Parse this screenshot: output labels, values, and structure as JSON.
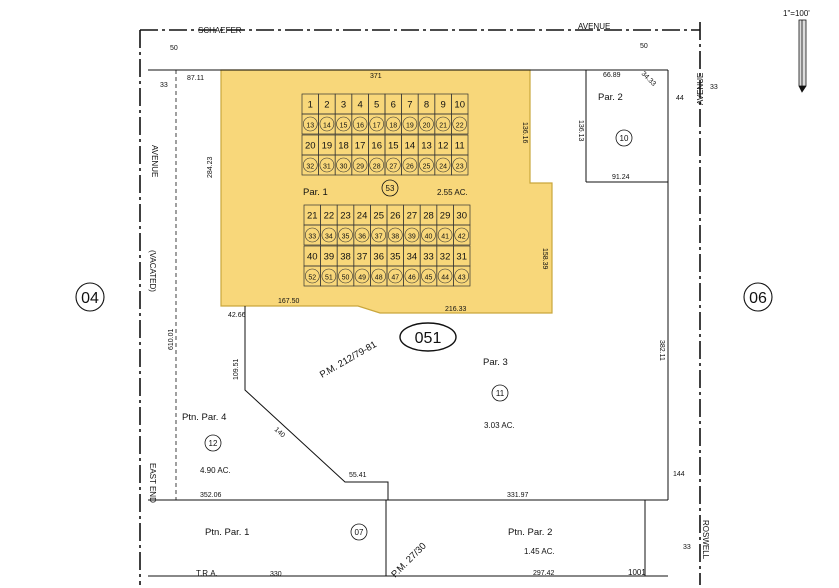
{
  "scale": "1\"=100'",
  "streets": {
    "schaefer": "SCHAEFER",
    "schaefer_avenue": "AVENUE",
    "avenue_right": "AVENUE",
    "avenue_left": "AVENUE",
    "vacated": "(VACATED)",
    "east_end": "EAST END",
    "roswell": "ROSWELL"
  },
  "adjacent_pages": {
    "left": "04",
    "right": "06"
  },
  "page_number": "051",
  "tra": "T.R.A.",
  "tra_code": "1001",
  "parcel_map_refs": {
    "upper": "P.M. 212/79-81",
    "lower": "P.M. 27/30"
  },
  "parcels": {
    "par1": {
      "label": "Par. 1",
      "number": "53",
      "area": "2.55 AC."
    },
    "par2": {
      "label": "Par. 2",
      "number": "10"
    },
    "par3": {
      "label": "Par. 3",
      "number": "11",
      "area": "3.03 AC."
    },
    "ptn4": {
      "label": "Ptn. Par. 4",
      "number": "12",
      "area": "4.90 AC."
    },
    "ptn1": {
      "label": "Ptn. Par. 1",
      "number": "07"
    },
    "ptn2": {
      "label": "Ptn. Par. 2",
      "area": "1.45 AC."
    }
  },
  "dimensions": {
    "d50a": "50",
    "d50b": "50",
    "d33a": "33",
    "d33b": "33",
    "d33c": "33",
    "d8711": "87.11",
    "d371": "371",
    "d6689": "66.89",
    "d3433": "34.33",
    "d44": "44",
    "d13613": "136.13",
    "d9124": "91.24",
    "d13616": "136.16",
    "d28423": "284.23",
    "d15839": "158.39",
    "d16750": "167.50",
    "d21633": "216.33",
    "d4266": "42.66",
    "d10951": "109.51",
    "d140": "140",
    "d5541": "55.41",
    "d35206": "352.06",
    "d33197": "331.97",
    "d61001": "610.01",
    "d38211": "382.11",
    "d144": "144",
    "d330": "330",
    "d29742": "297.42"
  },
  "lots": {
    "row1": [
      "1",
      "2",
      "3",
      "4",
      "5",
      "6",
      "7",
      "8",
      "9",
      "10"
    ],
    "row2": [
      "13",
      "14",
      "15",
      "16",
      "17",
      "18",
      "19",
      "20",
      "21",
      "22"
    ],
    "row3": [
      "20",
      "19",
      "18",
      "17",
      "16",
      "15",
      "14",
      "13",
      "12",
      "11"
    ],
    "row4": [
      "32",
      "31",
      "30",
      "29",
      "28",
      "27",
      "26",
      "25",
      "24",
      "23"
    ],
    "row5": [
      "21",
      "22",
      "23",
      "24",
      "25",
      "26",
      "27",
      "28",
      "29",
      "30"
    ],
    "row6": [
      "33",
      "34",
      "35",
      "36",
      "37",
      "38",
      "39",
      "40",
      "41",
      "42"
    ],
    "row7": [
      "40",
      "39",
      "38",
      "37",
      "36",
      "35",
      "34",
      "33",
      "32",
      "31"
    ],
    "row8": [
      "52",
      "51",
      "50",
      "49",
      "48",
      "47",
      "46",
      "45",
      "44",
      "43"
    ]
  },
  "colors": {
    "highlight": "#f8d77a",
    "highlight_edge": "#c9a63c",
    "ink": "#111111"
  }
}
